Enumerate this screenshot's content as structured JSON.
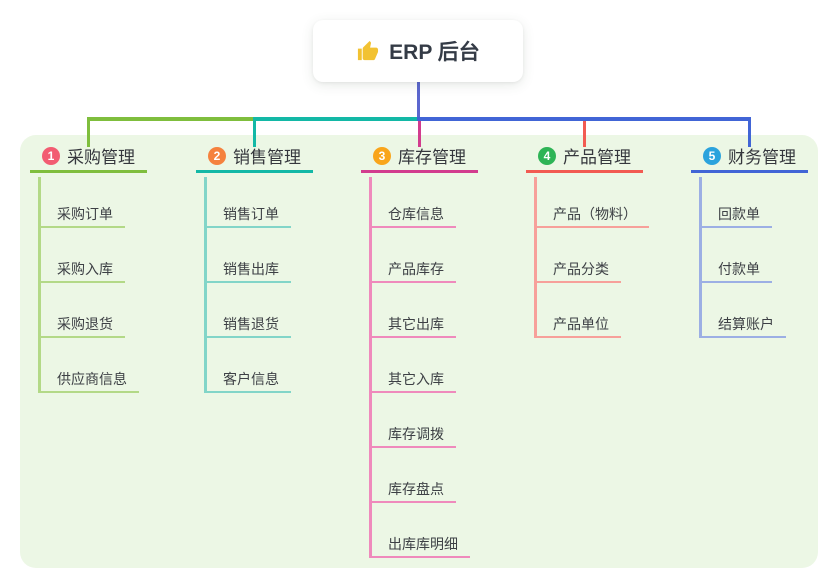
{
  "canvas": {
    "background": "#ecf7e5",
    "page_background": "#ffffff"
  },
  "root": {
    "label": "ERP 后台",
    "icon": "thumbs-up-icon",
    "icon_color": "#f2c232",
    "connector_color": "#5c67cf"
  },
  "branches": [
    {
      "badge": "1",
      "badge_color": "#f25c72",
      "label": "采购管理",
      "line_color": "#7fbe3d",
      "child_line_color": "#b3d987",
      "children": [
        "采购订单",
        "采购入库",
        "采购退货",
        "供应商信息"
      ]
    },
    {
      "badge": "2",
      "badge_color": "#f5823e",
      "label": "销售管理",
      "line_color": "#13b8a6",
      "child_line_color": "#82d5c8",
      "children": [
        "销售订单",
        "销售出库",
        "销售退货",
        "客户信息"
      ]
    },
    {
      "badge": "3",
      "badge_color": "#f9a51b",
      "label": "库存管理",
      "line_color": "#d23c8e",
      "child_line_color": "#ef8abc",
      "children": [
        "仓库信息",
        "产品库存",
        "其它出库",
        "其它入库",
        "库存调拨",
        "库存盘点",
        "出库库明细"
      ]
    },
    {
      "badge": "4",
      "badge_color": "#2eb456",
      "label": "产品管理",
      "line_color": "#f25b52",
      "child_line_color": "#f7a09a",
      "children": [
        "产品（物料）",
        "产品分类",
        "产品单位"
      ]
    },
    {
      "badge": "5",
      "badge_color": "#2ba3dd",
      "label": "财务管理",
      "line_color": "#4165d6",
      "child_line_color": "#9cafe4",
      "children": [
        "回款单",
        "付款单",
        "结算账户"
      ]
    }
  ]
}
